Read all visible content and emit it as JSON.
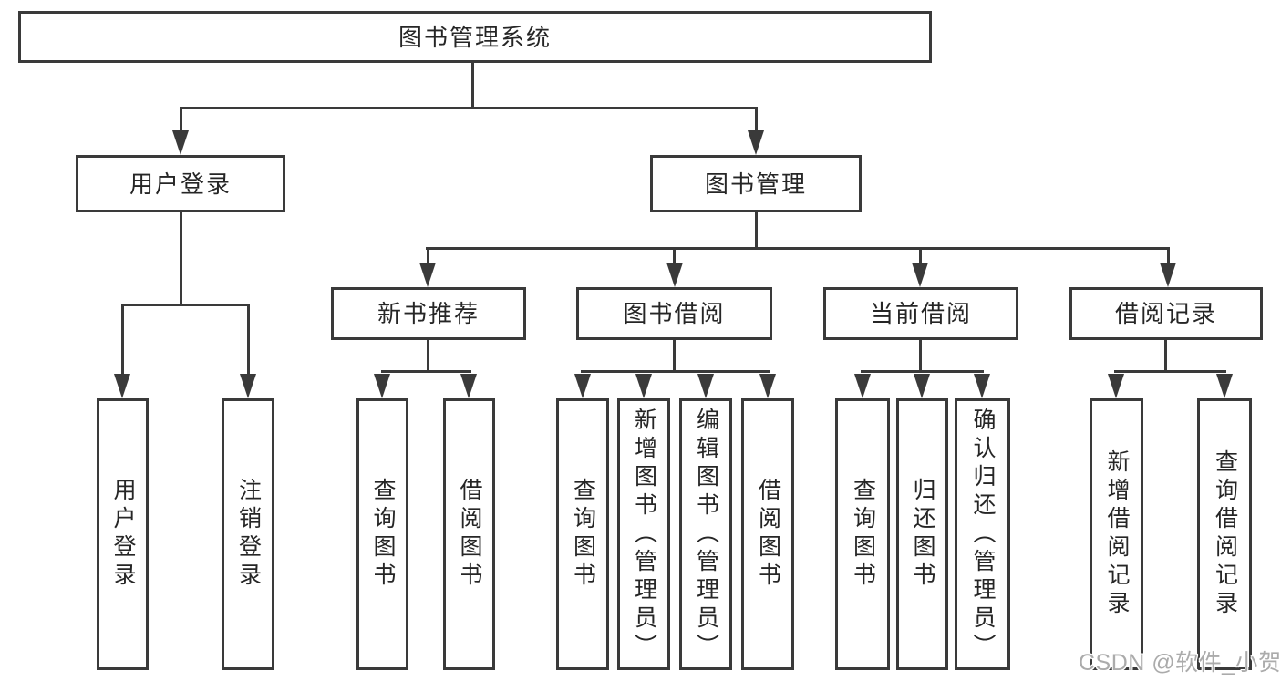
{
  "diagram": {
    "root_label": "图书管理系统",
    "level1": {
      "user_login": "用户登录",
      "book_management": "图书管理"
    },
    "level2": {
      "new_books": "新书推荐",
      "book_borrow": "图书借阅",
      "current_borrow": "当前借阅",
      "borrow_records": "借阅记录"
    },
    "leaves": {
      "user_login": [
        "用户登录",
        "注销登录"
      ],
      "new_books": [
        "查询图书",
        "借阅图书"
      ],
      "book_borrow": [
        "查询图书",
        "新增图书（管理员）",
        "编辑图书（管理员）",
        "借阅图书"
      ],
      "current_borrow": [
        "查询图书",
        "归还图书",
        "确认归还（管理员）"
      ],
      "borrow_records": [
        "新增借阅记录",
        "查询借阅记录"
      ]
    },
    "watermark": "CSDN @软件_小贺同学",
    "colors": {
      "line": "#3a3a3a",
      "text": "#262626",
      "background": "#ffffff",
      "watermark": "#ababab"
    }
  }
}
